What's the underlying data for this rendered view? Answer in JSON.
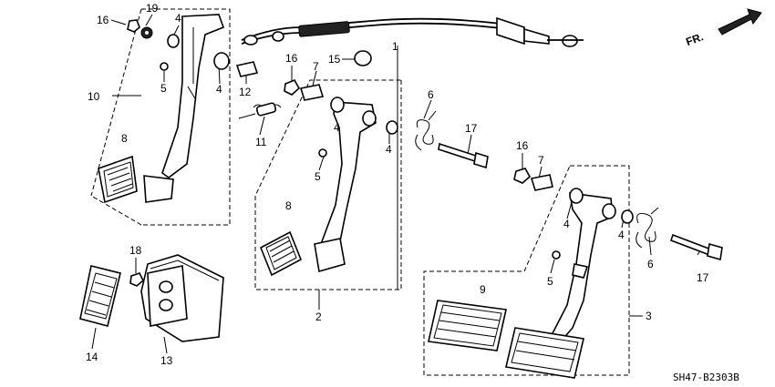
{
  "direction_label": "FR.",
  "diagram_code": "SH47-B2303B",
  "callouts": {
    "c1": "1",
    "c2": "2",
    "c3": "3",
    "c4a": "4",
    "c4b": "4",
    "c4c": "4",
    "c4d": "4",
    "c4e": "4",
    "c4f": "4",
    "c5a": "5",
    "c5b": "5",
    "c5c": "5",
    "c6a": "6",
    "c6b": "6",
    "c7a": "7",
    "c7b": "7",
    "c8a": "8",
    "c8b": "8",
    "c9": "9",
    "c10": "10",
    "c11": "11",
    "c12": "12",
    "c13": "13",
    "c14": "14",
    "c15": "15",
    "c16a": "16",
    "c16b": "16",
    "c16c": "16",
    "c17a": "17",
    "c17b": "17",
    "c18": "18",
    "c19": "19"
  }
}
